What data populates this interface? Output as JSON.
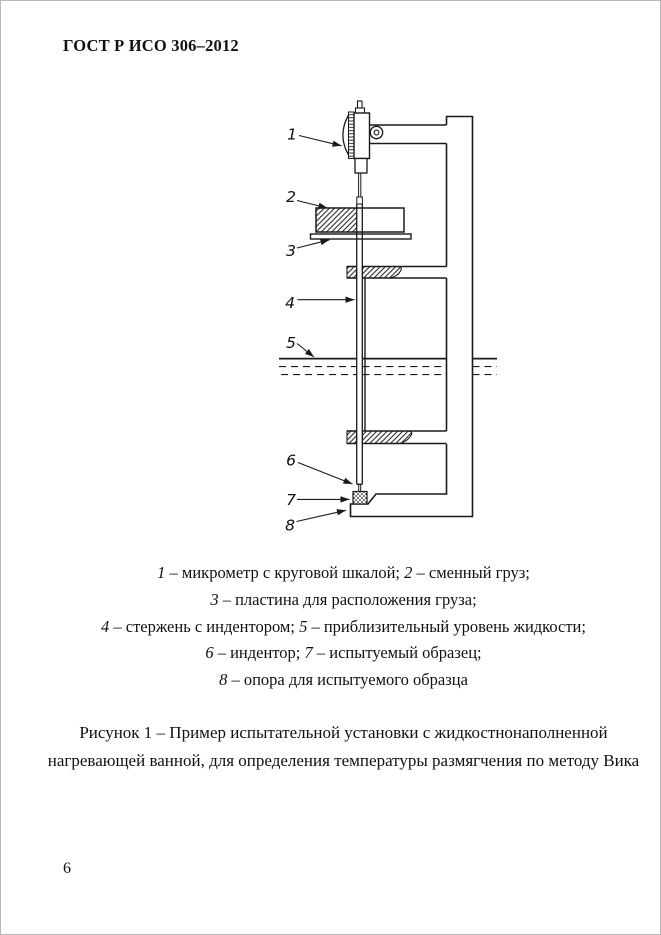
{
  "colors": {
    "ink": "#1a1a1a",
    "page_background": "#ffffff",
    "page_border": "#b8b8b8"
  },
  "header": {
    "title": "ГОСТ Р ИСО 306–2012"
  },
  "diagram": {
    "description_names": {
      "dial_micrometer": "микрометр с круговой шкалой",
      "weight": "сменный груз",
      "weight_plate": "пластина для расположения груза",
      "rod": "стержень с индентором",
      "liquid_level": "приблизительный уровень жидкости",
      "indenter": "индентор",
      "specimen": "испытуемый образец",
      "support": "опора для испытуемого образца"
    },
    "callouts": [
      "1",
      "2",
      "3",
      "4",
      "5",
      "6",
      "7",
      "8"
    ]
  },
  "legend": {
    "lines": [
      [
        [
          "1",
          " – микрометр с круговой шкалой; "
        ],
        [
          "2",
          " – сменный груз;"
        ]
      ],
      [
        [
          "3",
          " – пластина для расположения груза;"
        ]
      ],
      [
        [
          "4",
          " – стержень с индентором; "
        ],
        [
          "5",
          " – приблизительный уровень жидкости;"
        ]
      ],
      [
        [
          "6",
          " – индентор; "
        ],
        [
          "7",
          " – испытуемый образец;"
        ]
      ],
      [
        [
          "8",
          " – опора для испытуемого образца"
        ]
      ]
    ]
  },
  "caption": {
    "lines": [
      "Рисунок 1 – Пример испытательной установки с жидкостнонаполненной",
      "нагревающей ванной, для определения температуры размягчения по методу Вика"
    ]
  },
  "footer": {
    "page_number": "6"
  }
}
